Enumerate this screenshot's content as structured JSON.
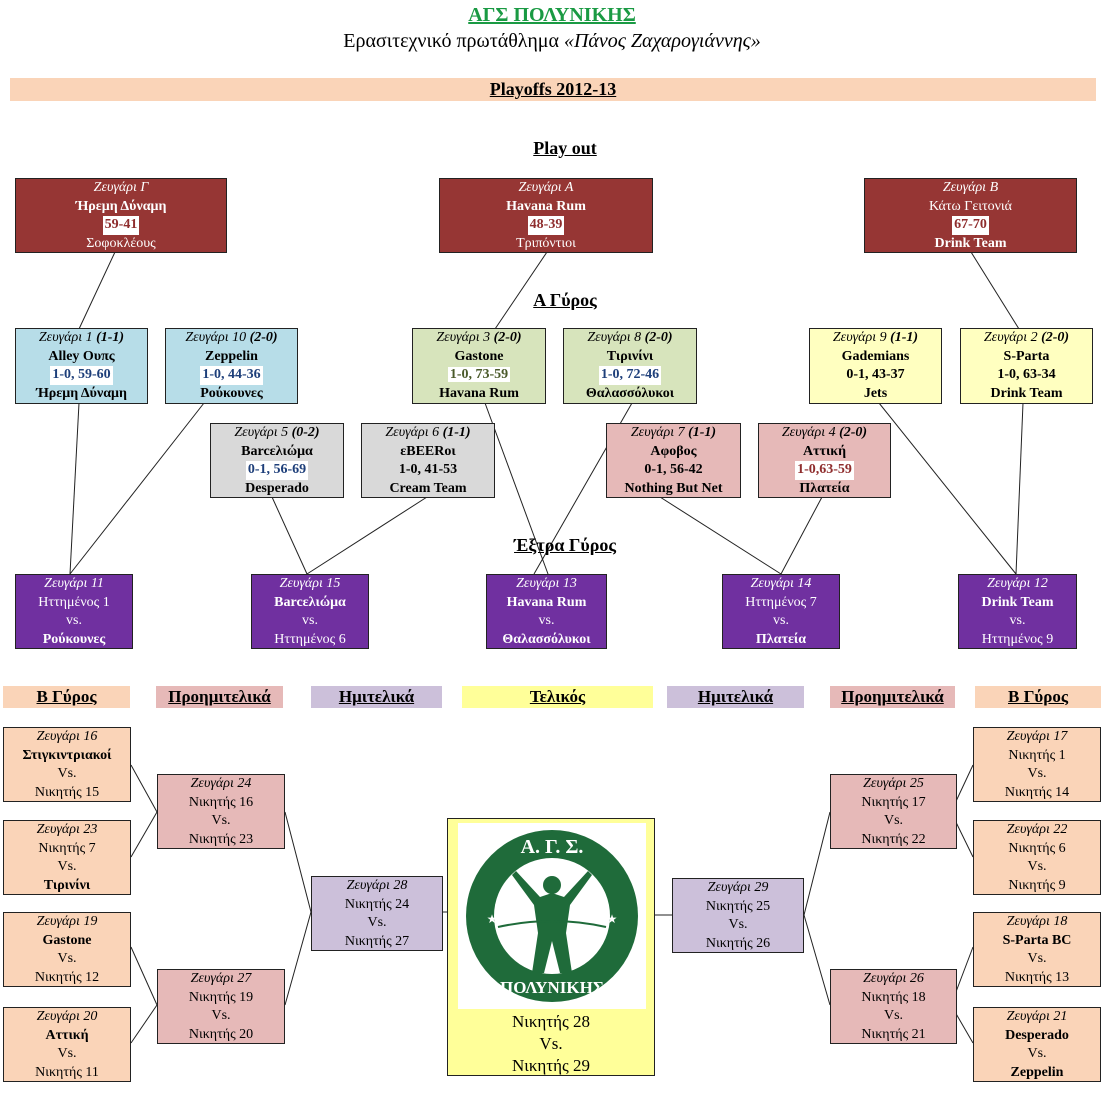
{
  "header": {
    "club": "ΑΓΣ ΠΟΛΥΝΙΚΗΣ",
    "subtitle_prefix": "Ερασιτεχνικό πρωτάθλημα ",
    "subtitle_name": "«Πάνος Ζαχαρογιάννης»",
    "season": "Playoffs 2012-13"
  },
  "sections": {
    "play_out": "Play out",
    "round_a": "Α Γύρος",
    "extra_round": "Έξτρα Γύρος"
  },
  "playout": [
    {
      "id": "po-g",
      "title": "Ζευγάρι Γ",
      "team1": "Ήρεμη Δύναμη",
      "score": "59-41",
      "team2": "Σοφοκλέους"
    },
    {
      "id": "po-a",
      "title": "Ζευγάρι Α",
      "team1": "Havana Rum",
      "score": "48-39",
      "team2": "Τριπόντιοι"
    },
    {
      "id": "po-b",
      "title": "Ζευγάρι Β",
      "team1": "Κάτω Γειτονιά",
      "score": "67-70",
      "team2": "Drink Team"
    }
  ],
  "round_a": [
    {
      "title": "Ζευγάρι 1",
      "record": "(1-1)",
      "team1": "Alley Ουπς",
      "score": "1-0, 59-60",
      "team2": "Ήρεμη Δύναμη"
    },
    {
      "title": "Ζευγάρι 10",
      "record": "(2-0)",
      "team1": "Zeppelin",
      "score": "1-0, 44-36",
      "team2": "Ρούκουνες"
    },
    {
      "title": "Ζευγάρι 3",
      "record": "(2-0)",
      "team1": "Gastone",
      "score": "1-0, 73-59",
      "team2": "Havana Rum"
    },
    {
      "title": "Ζευγάρι 8",
      "record": "(2-0)",
      "team1": "Τιρινίνι",
      "score": "1-0, 72-46",
      "team2": "Θαλασσόλυκοι"
    },
    {
      "title": "Ζευγάρι 9",
      "record": "(1-1)",
      "team1": "Gademians",
      "score": "0-1, 43-37",
      "team2": "Jets"
    },
    {
      "title": "Ζευγάρι 2",
      "record": "(2-0)",
      "team1": "S-Parta",
      "score": "1-0, 63-34",
      "team2": "Drink Team"
    },
    {
      "title": "Ζευγάρι 5",
      "record": "(0-2)",
      "team1": "Barcελιώμα",
      "score": "0-1, 56-69",
      "team2": "Desperado"
    },
    {
      "title": "Ζευγάρι 6",
      "record": "(1-1)",
      "team1": "εBEERοι",
      "score": "1-0, 41-53",
      "team2": "Cream Team"
    },
    {
      "title": "Ζευγάρι 7",
      "record": "(1-1)",
      "team1": "Αφοβος",
      "score": "0-1, 56-42",
      "team2": "Nothing But Net"
    },
    {
      "title": "Ζευγάρι 4",
      "record": "(2-0)",
      "team1": "Αττική",
      "score": "1-0,63-59",
      "team2": "Πλατεία"
    }
  ],
  "extra": [
    {
      "title": "Ζευγάρι 11",
      "team1": "Ηττημένος 1",
      "vs": "vs.",
      "team2": "Ρούκουνες"
    },
    {
      "title": "Ζευγάρι 15",
      "team1": "Barcελιώμα",
      "vs": "vs.",
      "team2": "Ηττημένος 6"
    },
    {
      "title": "Ζευγάρι 13",
      "team1": "Havana Rum",
      "vs": "vs.",
      "team2": "Θαλασσόλυκοι"
    },
    {
      "title": "Ζευγάρι 14",
      "team1": "Ηττημένος 7",
      "vs": "vs.",
      "team2": "Πλατεία"
    },
    {
      "title": "Ζευγάρι 12",
      "team1": "Drink Team",
      "vs": "vs.",
      "team2": "Ηττημένος 9"
    }
  ],
  "columns": {
    "round_b": "Β Γύρος",
    "round_of_16": "Προημιτελικά",
    "semis": "Ημιτελικά",
    "final": "Τελικός"
  },
  "round_b_left": [
    {
      "title": "Ζευγάρι 16",
      "team1": "Στιγκιντριακοί",
      "vs": "Vs.",
      "team2": "Νικητής 15"
    },
    {
      "title": "Ζευγάρι 23",
      "team1": "Νικητής 7",
      "vs": "Vs.",
      "team2": "Τιρινίνι"
    },
    {
      "title": "Ζευγάρι 19",
      "team1": "Gastone",
      "vs": "Vs.",
      "team2": "Νικητής 12"
    },
    {
      "title": "Ζευγάρι 20",
      "team1": "Αττική",
      "vs": "Vs.",
      "team2": "Νικητής 11"
    }
  ],
  "round_b_right": [
    {
      "title": "Ζευγάρι 17",
      "team1": "Νικητής 1",
      "vs": "Vs.",
      "team2": "Νικητής 14"
    },
    {
      "title": "Ζευγάρι 22",
      "team1": "Νικητής 6",
      "vs": "Vs.",
      "team2": "Νικητής 9"
    },
    {
      "title": "Ζευγάρι 18",
      "team1": "S-Parta BC",
      "vs": "Vs.",
      "team2": "Νικητής 13"
    },
    {
      "title": "Ζευγάρι 21",
      "team1": "Desperado",
      "vs": "Vs.",
      "team2": "Zeppelin"
    }
  ],
  "quarters": [
    {
      "title": "Ζευγάρι 24",
      "team1": "Νικητής 16",
      "vs": "Vs.",
      "team2": "Νικητής 23"
    },
    {
      "title": "Ζευγάρι 27",
      "team1": "Νικητής 19",
      "vs": "Vs.",
      "team2": "Νικητής 20"
    },
    {
      "title": "Ζευγάρι 25",
      "team1": "Νικητής 17",
      "vs": "Vs.",
      "team2": "Νικητής 22"
    },
    {
      "title": "Ζευγάρι 26",
      "team1": "Νικητής 18",
      "vs": "Vs.",
      "team2": "Νικητής 21"
    }
  ],
  "semis": [
    {
      "title": "Ζευγάρι 28",
      "team1": "Νικητής 24",
      "vs": "Vs.",
      "team2": "Νικητής 27"
    },
    {
      "title": "Ζευγάρι 29",
      "team1": "Νικητής 25",
      "vs": "Vs.",
      "team2": "Νικητής 26"
    }
  ],
  "final": {
    "team1": "Νικητής 28",
    "vs": "Vs.",
    "team2": "Νικητής 29",
    "logo_top": "Α. Γ. Σ.",
    "logo_bottom": "ΠΟΛΥΝΙΚΗΣ"
  },
  "colors": {
    "green": "#1a9a43",
    "dark_red": "#963634",
    "purple": "#7030a0",
    "peach": "#fad4b8"
  }
}
